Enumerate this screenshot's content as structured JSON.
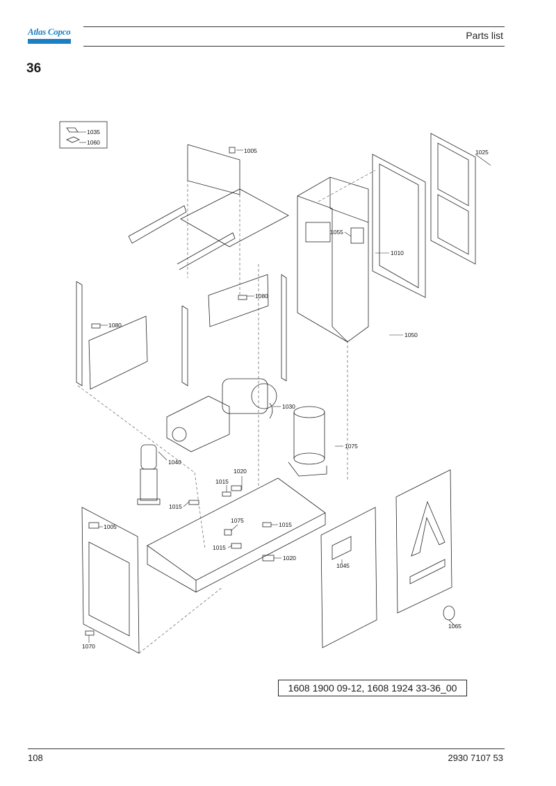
{
  "header": {
    "brand": "Atlas Copco",
    "title": "Parts list",
    "brand_color": "#1c7fc4"
  },
  "section_number": "36",
  "callouts": {
    "c1035": "1035",
    "c1060": "1060",
    "c1005a": "1005",
    "c1025": "1025",
    "c1055": "1055",
    "c1010": "1010",
    "c1080a": "1080",
    "c1080b": "1080",
    "c1050": "1050",
    "c1030": "1030",
    "c1075a": "1075",
    "c1040": "1040",
    "c1020a": "1020",
    "c1015a": "1015",
    "c1015b": "1015",
    "c1075b": "1075",
    "c1015c": "1015",
    "c1005b": "1005",
    "c1015d": "1015",
    "c1020b": "1020",
    "c1045": "1045",
    "c1065": "1065",
    "c1070": "1070"
  },
  "drawing_reference": "1608 1900 09-12, 1608 1924 33-36_00",
  "footer": {
    "page": "108",
    "doc_number": "2930 7107 53"
  }
}
